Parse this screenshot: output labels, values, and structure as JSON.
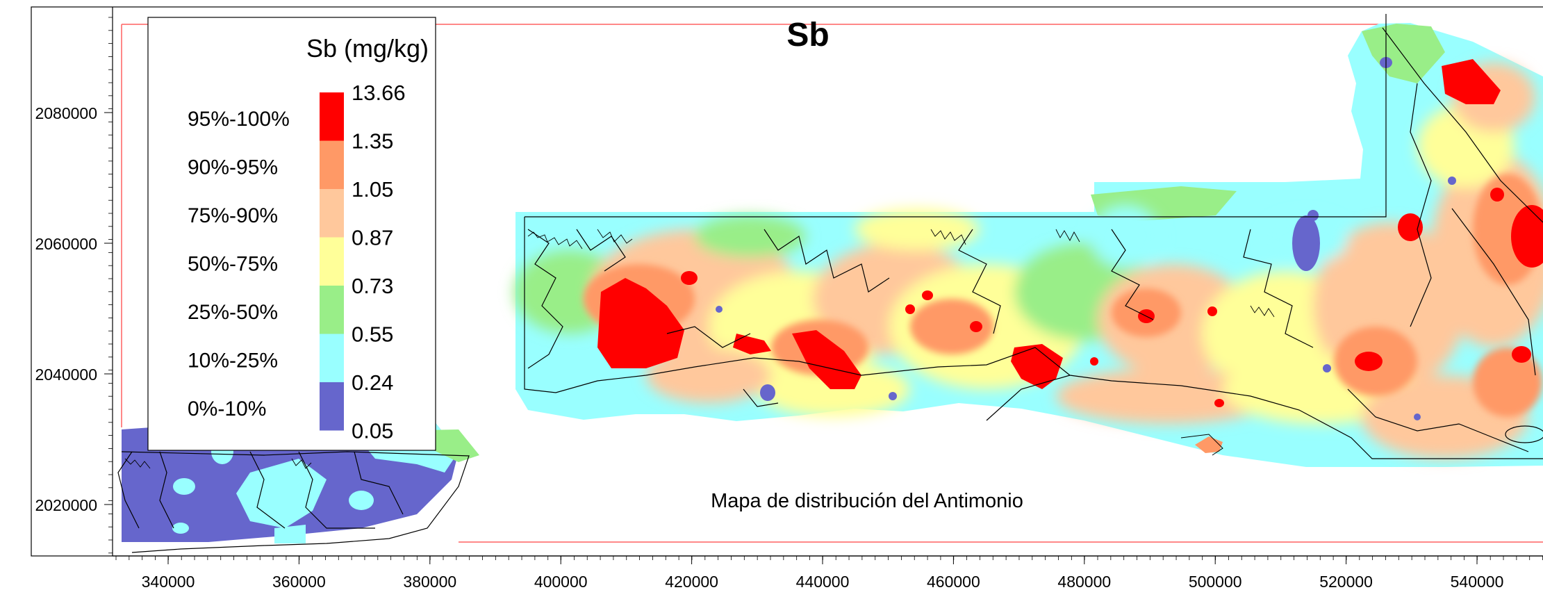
{
  "map": {
    "title": "Sb",
    "caption": "Mapa de distribución del Antimonio",
    "legend": {
      "unit_title": "Sb (mg/kg)",
      "classes": [
        {
          "label": "95%-100%",
          "color": "#ff0000"
        },
        {
          "label": "90%-95%",
          "color": "#ff9966"
        },
        {
          "label": "75%-90%",
          "color": "#ffc89c"
        },
        {
          "label": "50%-75%",
          "color": "#ffff99"
        },
        {
          "label": "25%-50%",
          "color": "#99ee88"
        },
        {
          "label": "10%-25%",
          "color": "#99ffff"
        },
        {
          "label": "0%-10%",
          "color": "#6666cc"
        }
      ],
      "breaks": [
        "13.66",
        "1.35",
        "1.05",
        "0.87",
        "0.73",
        "0.55",
        "0.24",
        "0.05"
      ]
    },
    "y_axis_labels": [
      "2080000",
      "2060000",
      "2040000",
      "2020000"
    ],
    "x_axis_labels": [
      "340000",
      "360000",
      "380000",
      "400000",
      "420000",
      "440000",
      "460000",
      "480000",
      "500000",
      "520000",
      "540000"
    ]
  }
}
